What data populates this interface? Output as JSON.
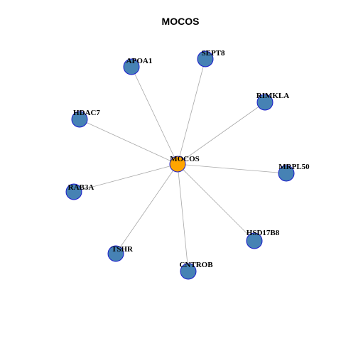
{
  "title": "MOCOS",
  "colors": {
    "hub_fill": "#FFA500",
    "node_fill": "#4682B4",
    "node_border": "#1a1acc",
    "edge": "#a8a8a8"
  },
  "hub": {
    "label": "MOCOS"
  },
  "nodes": [
    {
      "label": "APOA1"
    },
    {
      "label": "SEPT8"
    },
    {
      "label": "RIMKLA"
    },
    {
      "label": "HDAC7"
    },
    {
      "label": "MRPL50"
    },
    {
      "label": "RAB3A"
    },
    {
      "label": "HSD17B8"
    },
    {
      "label": "TSHR"
    },
    {
      "label": "CNTROB"
    }
  ]
}
